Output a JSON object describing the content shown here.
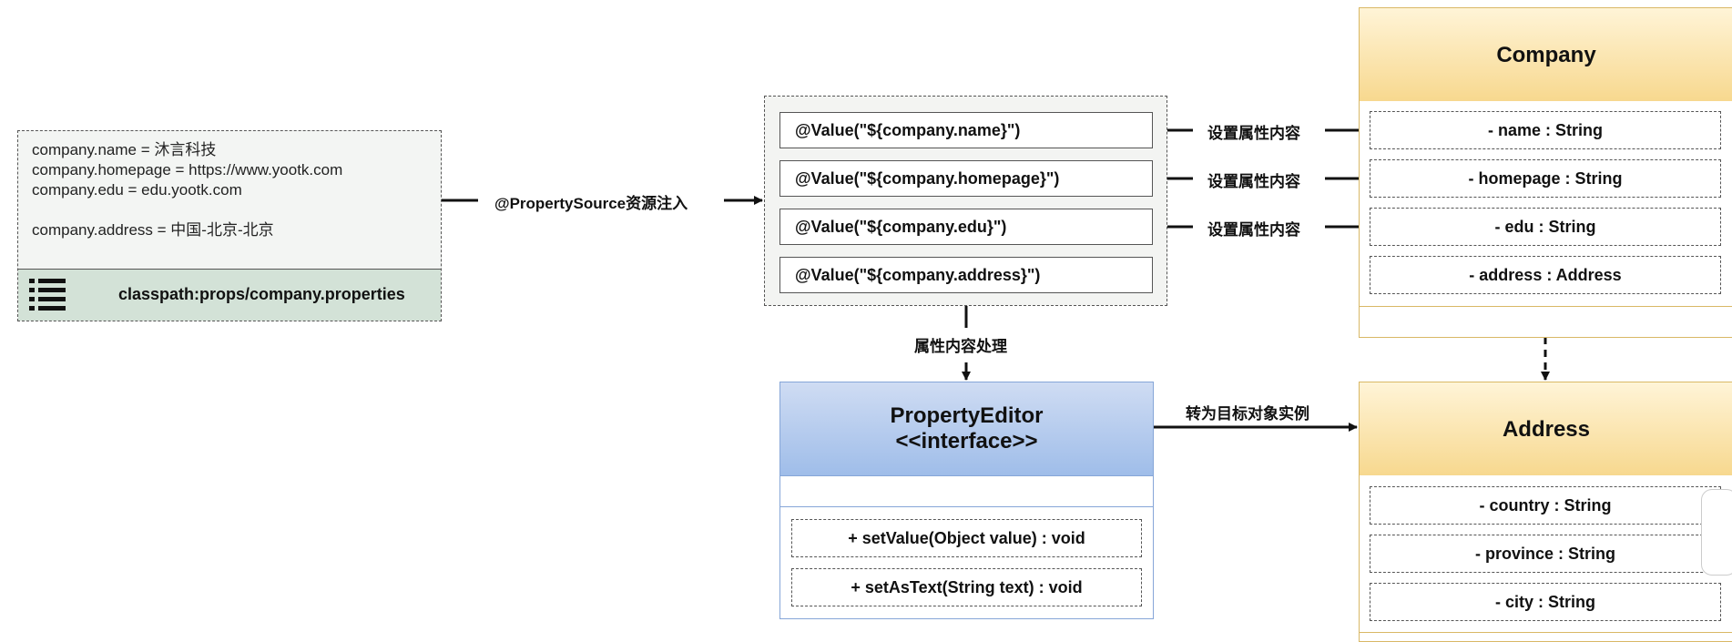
{
  "properties_file": {
    "lines": [
      "company.name = 沐言科技",
      "company.homepage = https://www.yootk.com",
      "company.edu = edu.yootk.com",
      "",
      "company.address = 中国-北京-北京"
    ],
    "classpath": "classpath:props/company.properties",
    "icon": "list-icon"
  },
  "edges": {
    "property_source_label": "@PropertySource资源注入",
    "set_property_label": "设置属性内容",
    "process_label": "属性内容处理",
    "convert_label": "转为目标对象实例"
  },
  "value_annotations": [
    "@Value(\"${company.name}\")",
    "@Value(\"${company.homepage}\")",
    "@Value(\"${company.edu}\")",
    "@Value(\"${company.address}\")"
  ],
  "company_class": {
    "title": "Company",
    "members": [
      "- name : String",
      "- homepage : String",
      "- edu : String",
      "- address : Address"
    ]
  },
  "address_class": {
    "title": "Address",
    "members": [
      "- country : String",
      "- province : String",
      "- city : String"
    ]
  },
  "property_editor": {
    "title": "PropertyEditor",
    "stereotype": "<<interface>>",
    "methods": [
      "+ setValue(Object value) : void",
      "+ setAsText(String text) : void"
    ]
  },
  "colors": {
    "class_header": "#f7d88e",
    "interface_header": "#9fbde9",
    "props_footer": "#d3e2d7"
  }
}
